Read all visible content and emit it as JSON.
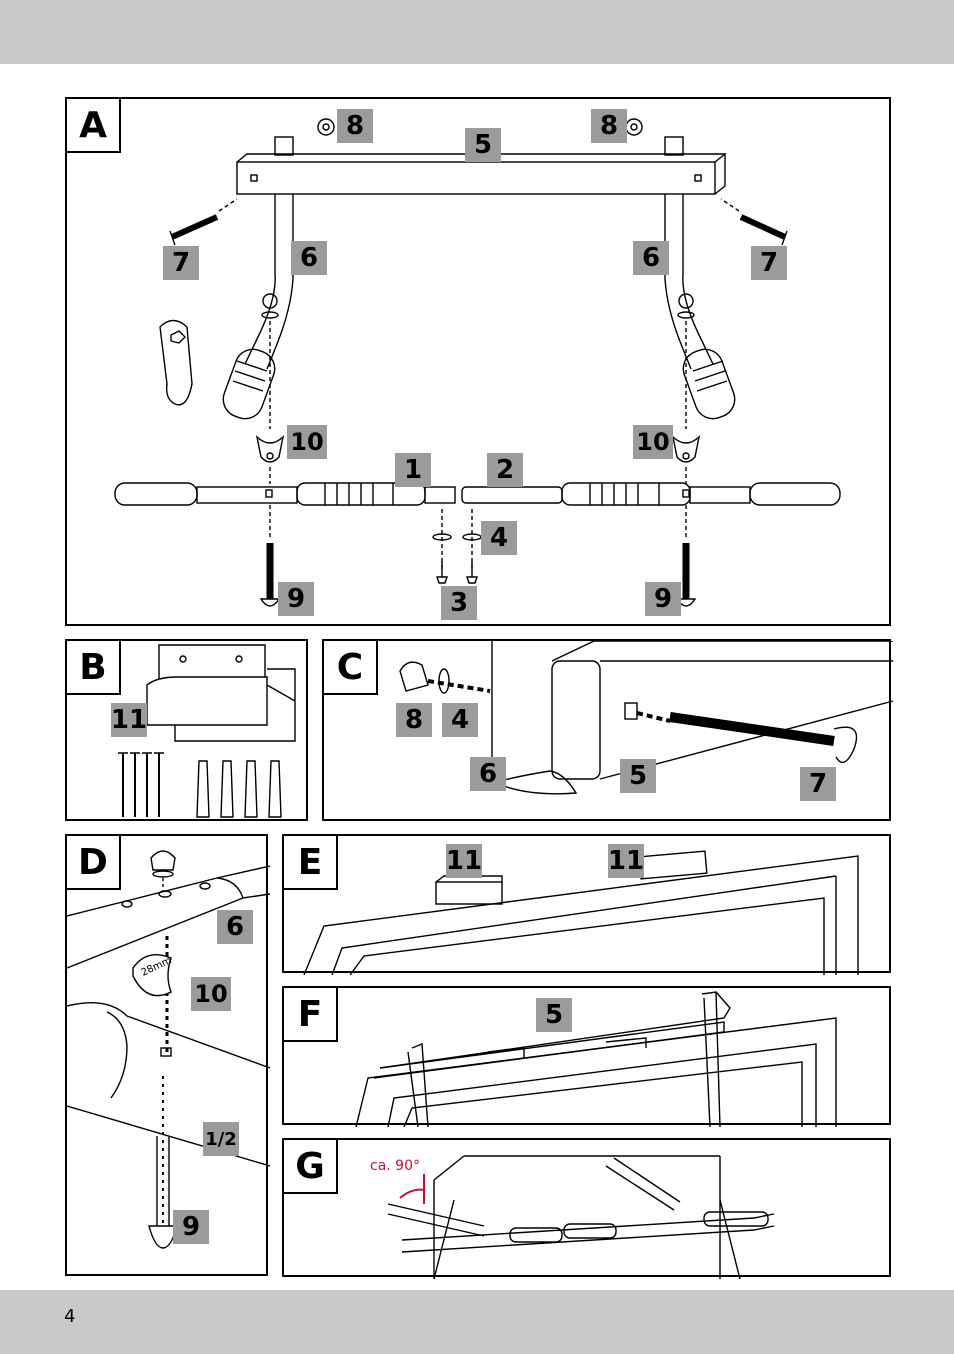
{
  "page_number": "4",
  "panels": {
    "A": {
      "tag": "A",
      "labels": {
        "l8a": "8",
        "l8b": "8",
        "l5": "5",
        "l7a": "7",
        "l7b": "7",
        "l6a": "6",
        "l6b": "6",
        "l10a": "10",
        "l10b": "10",
        "l1": "1",
        "l2": "2",
        "l4": "4",
        "l3": "3",
        "l9a": "9",
        "l9b": "9"
      }
    },
    "B": {
      "tag": "B",
      "labels": {
        "l11": "11"
      }
    },
    "C": {
      "tag": "C",
      "labels": {
        "l8": "8",
        "l4": "4",
        "l6": "6",
        "l5": "5",
        "l7": "7"
      }
    },
    "D": {
      "tag": "D",
      "labels": {
        "l6": "6",
        "l10": "10",
        "l12": "1/2",
        "l9": "9"
      },
      "hook_mark": "28mm"
    },
    "E": {
      "tag": "E",
      "labels": {
        "l11a": "11",
        "l11b": "11"
      }
    },
    "F": {
      "tag": "F",
      "labels": {
        "l5": "5"
      }
    },
    "G": {
      "tag": "G",
      "angle_note": "ca. 90°"
    }
  },
  "colors": {
    "band": "#c8c9cb",
    "label_bg": "#9b9b9b",
    "accent": "#c8102e"
  }
}
